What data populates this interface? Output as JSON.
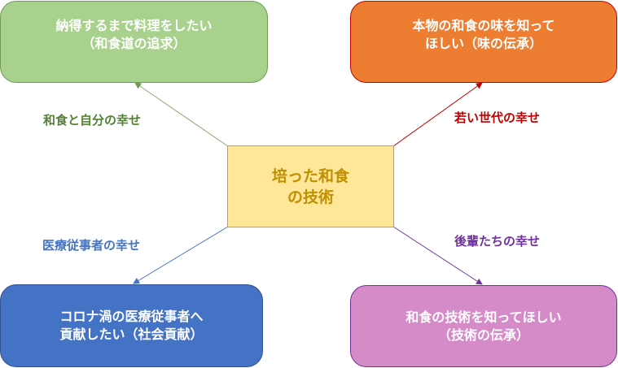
{
  "center": {
    "line1": "培った和食",
    "line2": "の技術"
  },
  "nodes": {
    "top_left": {
      "line1": "納得するまで料理をしたい",
      "line2": "（和食道の追求）",
      "edge_label": "和食と自分の幸せ"
    },
    "top_right": {
      "line1": "本物の和食の味を知って",
      "line2": "ほしい（味の伝承）",
      "edge_label": "若い世代の幸せ"
    },
    "bottom_left": {
      "line1": "コロナ渦の医療従事者へ",
      "line2": "貢献したい（社会貢献）",
      "edge_label": "医療従事者の幸せ"
    },
    "bottom_right": {
      "line1": "和食の技術を知ってほしい",
      "line2": "（技術の伝承）",
      "edge_label": "後輩たちの幸せ"
    }
  },
  "colors": {
    "green": "#548235",
    "red": "#c00000",
    "blue": "#4472c4",
    "purple": "#7030a0"
  }
}
